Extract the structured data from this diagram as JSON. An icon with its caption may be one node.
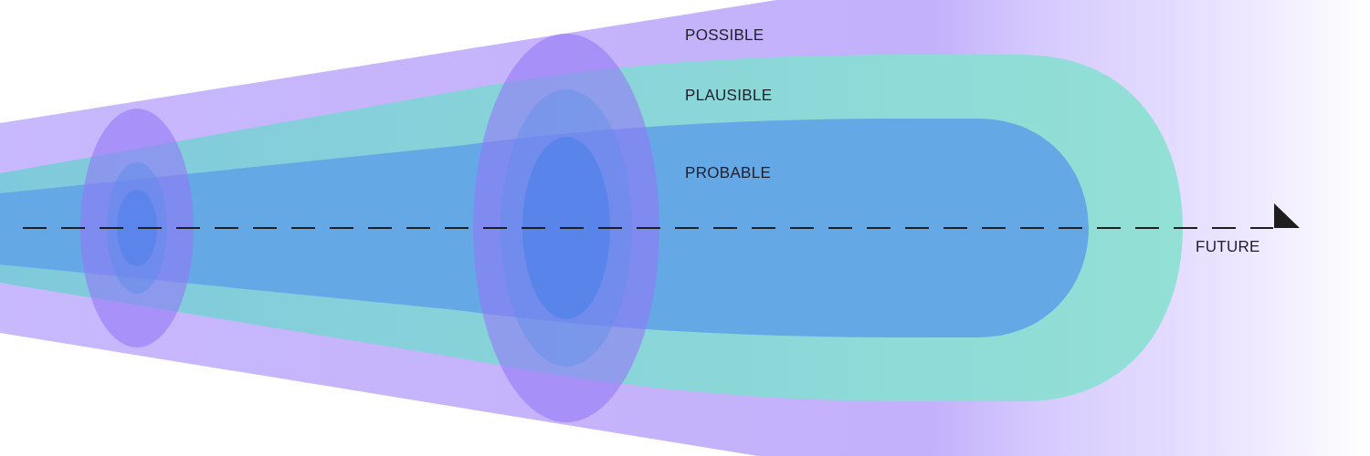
{
  "diagram": {
    "labels": [
      "POSSIBLE",
      "PLAUSIBLE",
      "PROBABLE",
      "FUTURE"
    ]
  }
}
